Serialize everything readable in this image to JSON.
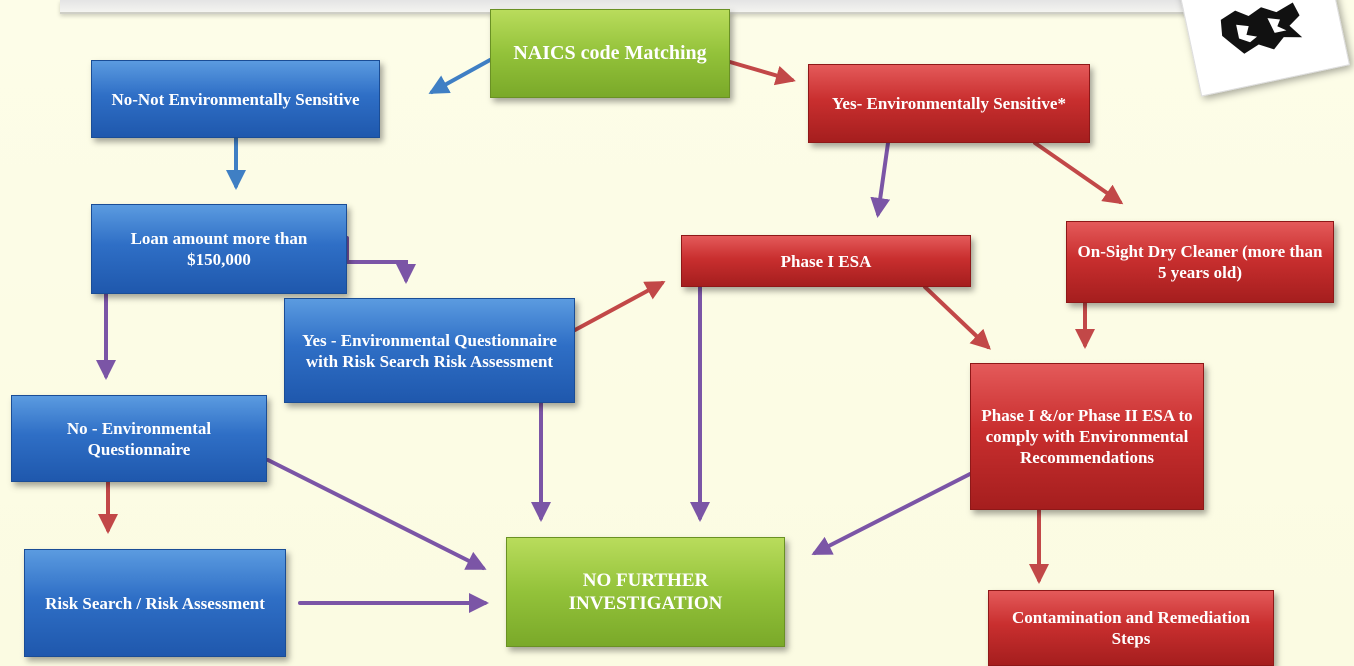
{
  "colors": {
    "background": "#fbfbe3",
    "blue_box": "#2f6fc6",
    "red_box": "#c92f2f",
    "green_box": "#93c23a",
    "arrow_blue": "#3f7fc4",
    "arrow_red": "#c24848",
    "arrow_purple": "#7b55a6"
  },
  "logo": {
    "icon": "logo-mark-icon"
  },
  "nodes": {
    "naics": "NAICS code Matching",
    "no_sensitive": "No-Not Environmentally Sensitive",
    "yes_sensitive": "Yes- Environmentally Sensitive*",
    "loan_amount": "Loan amount more than $150,000",
    "phase1": "Phase I ESA",
    "dry_cleaner": "On-Sight Dry Cleaner (more than 5 years old)",
    "yes_questionnaire": "Yes - Environmental Questionnaire with Risk Search  Risk Assessment",
    "phase1_2": "Phase I &/or Phase II ESA to comply with Environmental Recommendations",
    "no_questionnaire": "No - Environmental Questionnaire",
    "no_further": "NO FURTHER INVESTIGATION",
    "risk_search": "Risk Search / Risk Assessment",
    "contamination": "Contamination  and Remediation Steps"
  },
  "edges": [
    {
      "from": "naics",
      "to": "no_sensitive",
      "color": "blue"
    },
    {
      "from": "naics",
      "to": "yes_sensitive",
      "color": "red"
    },
    {
      "from": "no_sensitive",
      "to": "loan_amount",
      "color": "blue"
    },
    {
      "from": "yes_sensitive",
      "to": "phase1",
      "color": "purple"
    },
    {
      "from": "yes_sensitive",
      "to": "dry_cleaner",
      "color": "red"
    },
    {
      "from": "loan_amount",
      "to": "yes_questionnaire",
      "color": "purple"
    },
    {
      "from": "loan_amount",
      "to": "no_questionnaire",
      "color": "purple"
    },
    {
      "from": "yes_questionnaire",
      "to": "phase1",
      "color": "red"
    },
    {
      "from": "yes_questionnaire",
      "to": "no_further",
      "color": "purple"
    },
    {
      "from": "phase1",
      "to": "no_further",
      "color": "purple"
    },
    {
      "from": "phase1",
      "to": "phase1_2",
      "color": "red"
    },
    {
      "from": "dry_cleaner",
      "to": "phase1_2",
      "color": "red"
    },
    {
      "from": "no_questionnaire",
      "to": "risk_search",
      "color": "red"
    },
    {
      "from": "no_questionnaire",
      "to": "no_further",
      "color": "purple"
    },
    {
      "from": "risk_search",
      "to": "no_further",
      "color": "purple"
    },
    {
      "from": "phase1_2",
      "to": "no_further",
      "color": "purple"
    },
    {
      "from": "phase1_2",
      "to": "contamination",
      "color": "red"
    }
  ]
}
